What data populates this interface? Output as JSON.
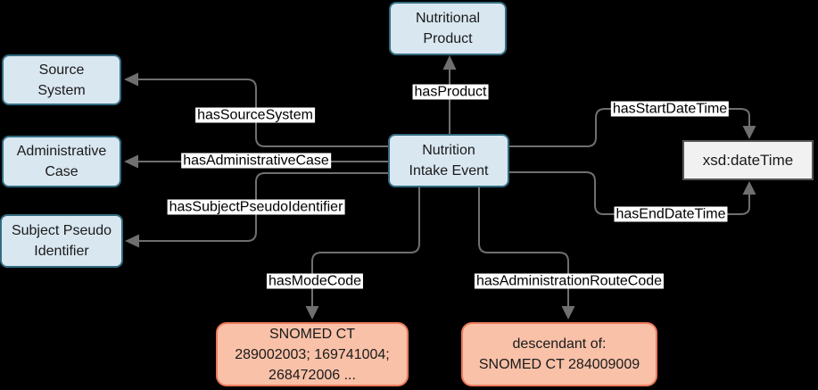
{
  "colors": {
    "background": "#000000",
    "class_node_fill": "#d9e7f1",
    "class_node_border": "#326b80",
    "datatype_node_fill": "#f1f1f1",
    "datatype_node_border": "#555555",
    "terminology_node_fill": "#f8c1a8",
    "terminology_node_border": "#ec7a5c",
    "edge_color": "#6f6f6f",
    "edge_label_bg": "#ffffff",
    "edge_label_text": "#000000",
    "node_text": "#1a1a1a"
  },
  "nodes": {
    "source_system": {
      "label": "Source\nSystem",
      "type": "class"
    },
    "administrative_case": {
      "label": "Administrative\nCase",
      "type": "class"
    },
    "subject_pseudo_identifier": {
      "label": "Subject Pseudo\nIdentifier",
      "type": "class"
    },
    "nutritional_product": {
      "label": "Nutritional\nProduct",
      "type": "class"
    },
    "nutrition_intake_event": {
      "label": "Nutrition\nIntake Event",
      "type": "class"
    },
    "xsd_datetime": {
      "label": "xsd:dateTime",
      "type": "datatype"
    },
    "snomed_mode_codes": {
      "label": "SNOMED CT\n289002003; 169741004;\n268472006 ...",
      "type": "terminology"
    },
    "snomed_route_codes": {
      "label": "descendant of:\nSNOMED CT 284009009",
      "type": "terminology"
    }
  },
  "edges": {
    "has_product": {
      "label": "hasProduct",
      "from": "nutrition_intake_event",
      "to": "nutritional_product"
    },
    "has_source_system": {
      "label": "hasSourceSystem",
      "from": "nutrition_intake_event",
      "to": "source_system"
    },
    "has_administrative_case": {
      "label": "hasAdministrativeCase",
      "from": "nutrition_intake_event",
      "to": "administrative_case"
    },
    "has_subject_pseudo_identifier": {
      "label": "hasSubjectPseudoIdentifier",
      "from": "nutrition_intake_event",
      "to": "subject_pseudo_identifier"
    },
    "has_start_date_time": {
      "label": "hasStartDateTime",
      "from": "nutrition_intake_event",
      "to": "xsd_datetime"
    },
    "has_end_date_time": {
      "label": "hasEndDateTime",
      "from": "nutrition_intake_event",
      "to": "xsd_datetime"
    },
    "has_mode_code": {
      "label": "hasModeCode",
      "from": "nutrition_intake_event",
      "to": "snomed_mode_codes"
    },
    "has_administration_route_code": {
      "label": "hasAdministrationRouteCode",
      "from": "nutrition_intake_event",
      "to": "snomed_route_codes"
    }
  }
}
